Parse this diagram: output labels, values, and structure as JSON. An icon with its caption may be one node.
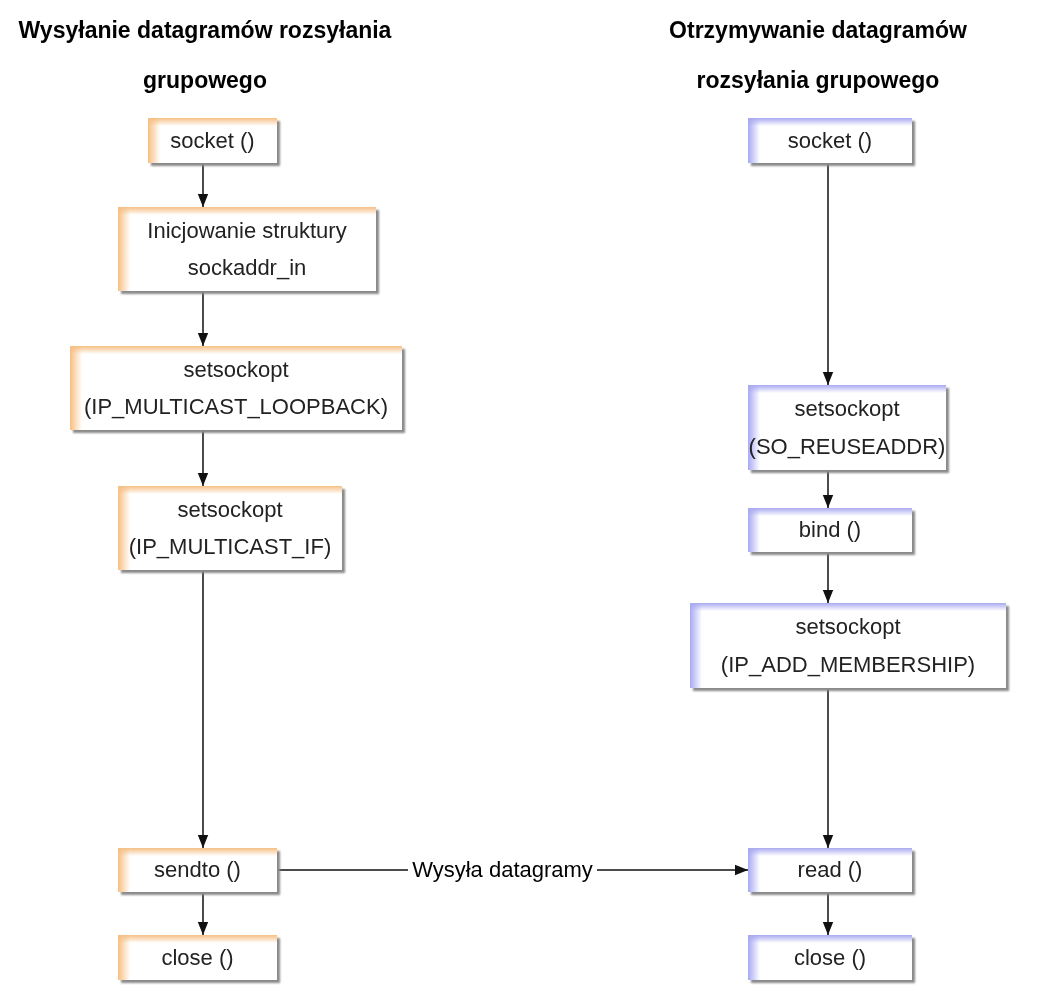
{
  "diagram": {
    "nodes": [
      {
        "text": [
          "socket ()"
        ]
      },
      {
        "text": [
          "Inicjowanie struktury sockaddr_in"
        ]
      },
      {
        "text": [
          "setsockopt",
          "(IP_MULTICAST_LOOPBACK)"
        ]
      },
      {
        "text": [
          "setsockopt",
          "(IP_MULTICAST_IF)"
        ]
      },
      {
        "text": [
          "sendto ()"
        ]
      },
      {
        "text": [
          "close ()"
        ]
      },
      {
        "text": [
          "socket ()"
        ]
      },
      {
        "text": [
          "setsockopt",
          "(SO_REUSEADDR)"
        ]
      },
      {
        "text": [
          "bind ()"
        ]
      },
      {
        "text": [
          "setsockopt",
          "(IP_ADD_MEMBERSHIP)"
        ]
      },
      {
        "text": [
          "read ()"
        ]
      },
      {
        "text": [
          "close ()"
        ]
      }
    ],
    "edges": [
      {
        "from": 0,
        "to": 1,
        "arrow": "to"
      },
      {
        "from": 1,
        "to": 2,
        "arrow": "to"
      },
      {
        "from": 2,
        "to": 3,
        "arrow": "to"
      },
      {
        "from": 3,
        "to": 4,
        "arrow": "to"
      },
      {
        "from": 4,
        "to": 5,
        "arrow": "to"
      },
      {
        "from": 6,
        "to": 7,
        "arrow": "to"
      },
      {
        "from": 7,
        "to": 8,
        "arrow": "to"
      },
      {
        "from": 8,
        "to": 9,
        "arrow": "to"
      },
      {
        "from": 9,
        "to": 10,
        "arrow": "to"
      },
      {
        "from": 10,
        "to": 11,
        "arrow": "to"
      },
      {
        "from": 4,
        "to": 10,
        "arrow": "to",
        "label": "Wysyła datagramy"
      }
    ],
    "labels": [
      "Wysyłanie datagramów rozsyłania grupowego",
      "Otrzymywanie datagramów rozsyłania grupowego"
    ]
  }
}
